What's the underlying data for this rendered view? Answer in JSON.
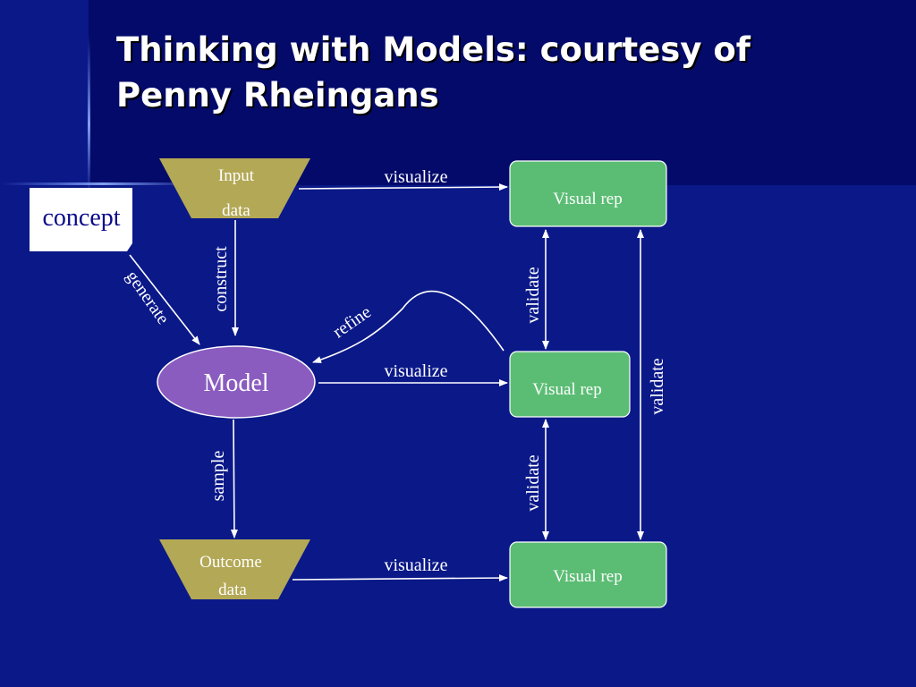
{
  "slide": {
    "title_line1": "Thinking with Models: courtesy of",
    "title_line2": "Penny Rheingans",
    "colors": {
      "background": "#030a6a",
      "side_panel": "#0a1888",
      "trapezoid": "#b3a856",
      "model_ellipse": "#8a5cc0",
      "visual_box": "#5bbd74",
      "concept_box": "#ffffff",
      "concept_text": "#0a0a8a"
    }
  },
  "diagram": {
    "concept": "concept",
    "input_data": {
      "line1": "Input",
      "line2": "data"
    },
    "model": "Model",
    "outcome_data": {
      "line1": "Outcome",
      "line2": "data"
    },
    "visual_rep_top": "Visual rep",
    "visual_rep_middle": "Visual rep",
    "visual_rep_bottom": "Visual rep",
    "edges": {
      "visualize_top": "visualize",
      "visualize_middle": "visualize",
      "visualize_bottom": "visualize",
      "construct": "construct",
      "generate": "generate",
      "sample": "sample",
      "refine": "refine",
      "validate_upper": "validate",
      "validate_lower": "validate",
      "validate_outer": "validate"
    }
  }
}
